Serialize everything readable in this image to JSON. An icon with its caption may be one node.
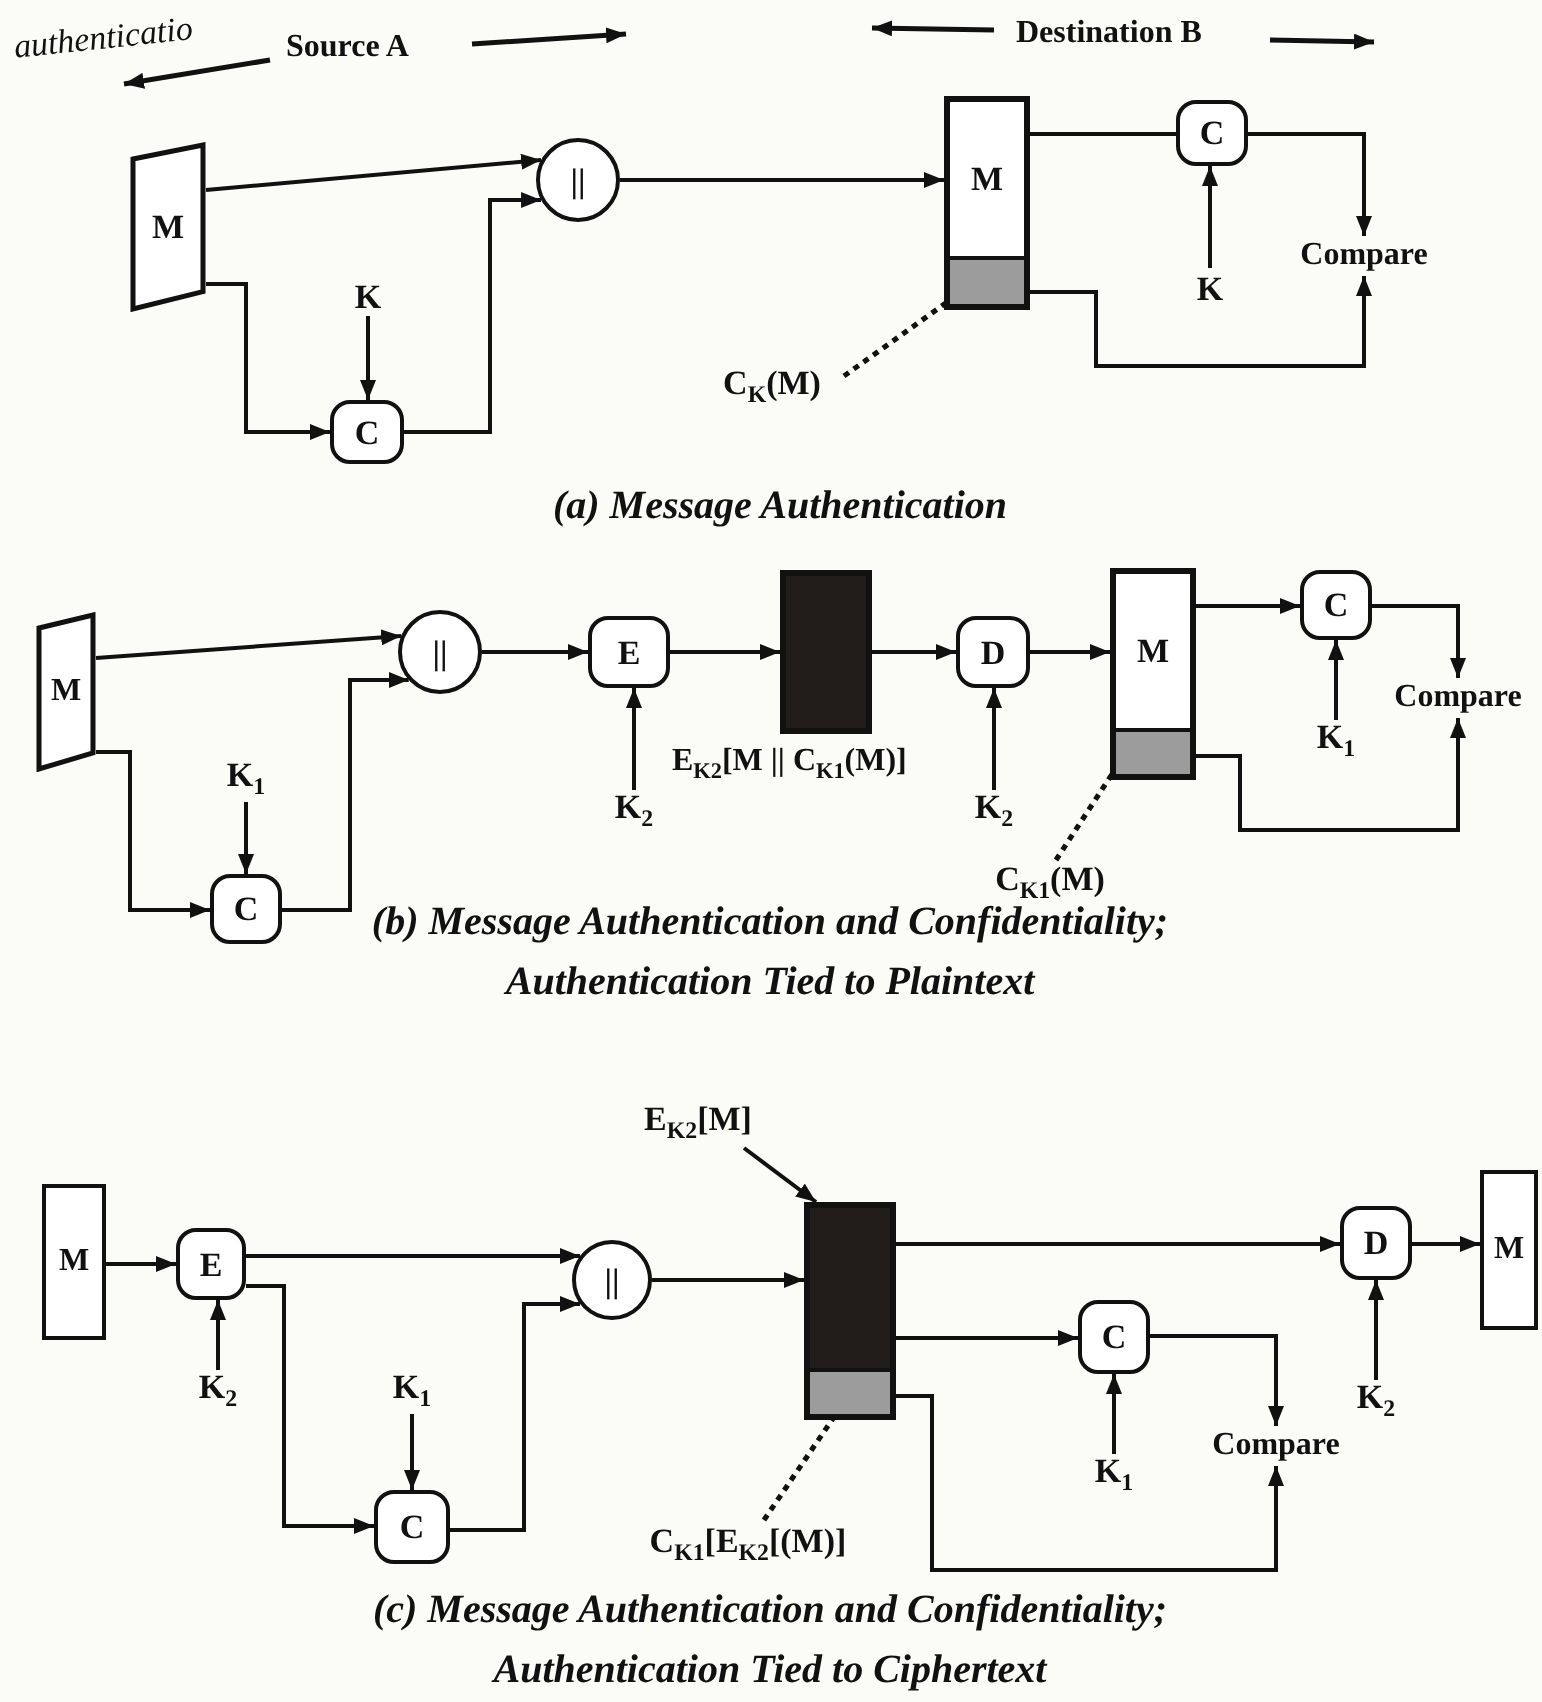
{
  "diagram": {
    "nodes": [
      {
        "text": [
          "M"
        ]
      },
      {
        "text": [
          "K"
        ]
      },
      {
        "text": [
          "C"
        ]
      },
      {
        "text": [
          "||"
        ]
      },
      {
        "text": [
          "M"
        ]
      },
      {
        "text": [],
        "shape": "box",
        "in": 4
      },
      {
        "text": [
          "C$_{K}$(M)"
        ]
      },
      {
        "text": [
          "C"
        ]
      },
      {
        "text": [
          "K"
        ]
      },
      {
        "text": [
          "Compare"
        ]
      },
      {
        "text": [
          "M"
        ]
      },
      {
        "text": [
          "K$_{1}$"
        ]
      },
      {
        "text": [
          "C"
        ]
      },
      {
        "text": [
          "||"
        ]
      },
      {
        "text": [
          "E"
        ]
      },
      {
        "text": [
          "K$_{2}$"
        ]
      },
      {
        "text": [],
        "shape": "box",
        "beside": [
          "E$_{K2}$[M || C$_{K1}$(M)]"
        ]
      },
      {
        "text": [
          "D"
        ]
      },
      {
        "text": [
          "K$_{2}$"
        ]
      },
      {
        "text": [
          "M"
        ]
      },
      {
        "text": [],
        "shape": "box",
        "in": 19
      },
      {
        "text": [
          "C$_{K1}$(M)"
        ]
      },
      {
        "text": [
          "C"
        ]
      },
      {
        "text": [
          "K$_{1}$"
        ]
      },
      {
        "text": [
          "Compare"
        ]
      },
      {
        "text": [
          "M"
        ]
      },
      {
        "text": [
          "E"
        ]
      },
      {
        "text": [
          "K$_{2}$"
        ]
      },
      {
        "text": [
          "K$_{1}$"
        ]
      },
      {
        "text": [
          "C"
        ]
      },
      {
        "text": [
          "||"
        ]
      },
      {
        "text": [
          "E$_{K2}$[M]"
        ]
      },
      {
        "text": [],
        "shape": "box"
      },
      {
        "text": [],
        "shape": "box",
        "in": 32
      },
      {
        "text": [
          "C$_{K1}$[E$_{K2}$[(M)]"
        ]
      },
      {
        "text": [
          "C"
        ]
      },
      {
        "text": [
          "K$_{1}$"
        ]
      },
      {
        "text": [
          "Compare"
        ]
      },
      {
        "text": [
          "D"
        ]
      },
      {
        "text": [
          "K$_{2}$"
        ]
      },
      {
        "text": [
          "M"
        ]
      }
    ],
    "edges": [
      {
        "from": 0,
        "to": 3,
        "arrow": "to"
      },
      {
        "from": 0,
        "to": 2,
        "arrow": "to"
      },
      {
        "from": 1,
        "to": 2,
        "arrow": "to"
      },
      {
        "from": 2,
        "to": 3,
        "arrow": "to"
      },
      {
        "from": 3,
        "to": 4,
        "arrow": "to"
      },
      {
        "from": 4,
        "to": 7,
        "arrow": "none"
      },
      {
        "from": 8,
        "to": 7,
        "arrow": "to"
      },
      {
        "from": 7,
        "to": 9,
        "arrow": "to"
      },
      {
        "from": 5,
        "to": 9,
        "arrow": "to"
      },
      {
        "from": 6,
        "to": 5,
        "arrow": "none",
        "style": "dashed"
      },
      {
        "from": 10,
        "to": 13,
        "arrow": "to"
      },
      {
        "from": 10,
        "to": 12,
        "arrow": "to"
      },
      {
        "from": 11,
        "to": 12,
        "arrow": "to"
      },
      {
        "from": 12,
        "to": 13,
        "arrow": "to"
      },
      {
        "from": 13,
        "to": 14,
        "arrow": "to"
      },
      {
        "from": 15,
        "to": 14,
        "arrow": "to"
      },
      {
        "from": 14,
        "to": 16,
        "arrow": "to"
      },
      {
        "from": 16,
        "to": 17,
        "arrow": "to"
      },
      {
        "from": 18,
        "to": 17,
        "arrow": "to"
      },
      {
        "from": 17,
        "to": 19,
        "arrow": "to"
      },
      {
        "from": 19,
        "to": 22,
        "arrow": "to"
      },
      {
        "from": 23,
        "to": 22,
        "arrow": "to"
      },
      {
        "from": 22,
        "to": 24,
        "arrow": "to"
      },
      {
        "from": 20,
        "to": 24,
        "arrow": "to"
      },
      {
        "from": 21,
        "to": 20,
        "arrow": "none",
        "style": "dashed"
      },
      {
        "from": 25,
        "to": 26,
        "arrow": "to"
      },
      {
        "from": 27,
        "to": 26,
        "arrow": "to"
      },
      {
        "from": 26,
        "to": 30,
        "arrow": "to"
      },
      {
        "from": 26,
        "to": 29,
        "arrow": "to"
      },
      {
        "from": 28,
        "to": 29,
        "arrow": "to"
      },
      {
        "from": 29,
        "to": 30,
        "arrow": "to"
      },
      {
        "from": 30,
        "to": 32,
        "arrow": "to"
      },
      {
        "from": 31,
        "to": 32,
        "arrow": "to"
      },
      {
        "from": 32,
        "to": 38,
        "arrow": "to"
      },
      {
        "from": 38,
        "to": 40,
        "arrow": "to"
      },
      {
        "from": 39,
        "to": 38,
        "arrow": "to"
      },
      {
        "from": 32,
        "to": 35,
        "arrow": "to"
      },
      {
        "from": 36,
        "to": 35,
        "arrow": "to"
      },
      {
        "from": 35,
        "to": 37,
        "arrow": "to"
      },
      {
        "from": 33,
        "to": 37,
        "arrow": "to"
      },
      {
        "from": 34,
        "to": 33,
        "arrow": "none",
        "style": "dashed"
      }
    ],
    "labels": [
      "authenticatio",
      "Source A",
      "Destination B",
      "(a) Message Authentication",
      "(b) Message Authentication and Confidentiality; Authentication Tied to Plaintext",
      "(c) Message Authentication and Confidentiality; Authentication Tied to Ciphertext"
    ]
  }
}
